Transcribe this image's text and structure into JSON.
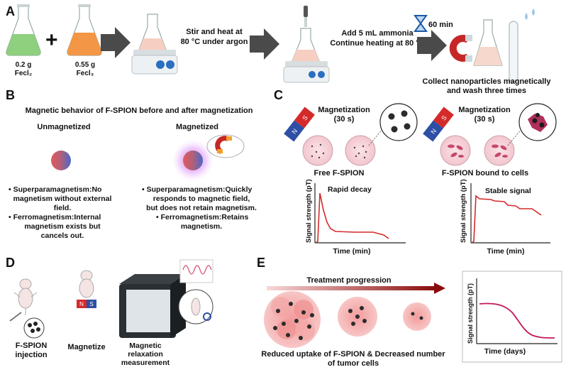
{
  "panels": {
    "A": "A",
    "B": "B",
    "C": "C",
    "D": "D",
    "E": "E"
  },
  "panel_a": {
    "flask1": {
      "mass": "0.2 g",
      "compound": "Fecl₂"
    },
    "flask2": {
      "mass": "0.55 g",
      "compound": "Fecl₃"
    },
    "plus": "+",
    "step1": [
      "Stir and heat at",
      "80 °C under argon"
    ],
    "step2": [
      "Add 5 mL ammonia",
      "Continue heating at 80 °C"
    ],
    "timer": "60 min",
    "collect": [
      "Collect nanoparticles magnetically",
      "and wash three times"
    ]
  },
  "panel_b": {
    "title": "Magnetic behavior of F-SPION before and after magnetization",
    "left_head": "Unmagnetized",
    "right_head": "Magnetized",
    "left_bullets": [
      [
        "Superparamagnetism:No",
        "magnetism without external",
        "field."
      ],
      [
        "Ferromagnetism:Internal",
        "magnetism exists but",
        "cancels out."
      ]
    ],
    "right_bullets": [
      [
        "Superparamagnetism:Quickly",
        "responds to magnetic field,",
        "but does not retain magnetism."
      ],
      [
        "Ferromagnetism:Retains",
        "magnetism."
      ]
    ]
  },
  "panel_c": {
    "left": {
      "mag": [
        "Magnetization",
        "(30 s)"
      ],
      "caption": "Free F-SPION",
      "curve": "Rapid decay",
      "ylabel": "Signal strength (pT)",
      "xlabel": "Time (min)"
    },
    "right": {
      "mag": [
        "Magnetization",
        "(30 s)"
      ],
      "caption": "F-SPION bound to cells",
      "curve": "Stable signal",
      "ylabel": "Signal strength (pT)",
      "xlabel": "Time (min)"
    },
    "magnet_n": "N",
    "magnet_s": "S"
  },
  "panel_d": {
    "injection": [
      "F-SPION",
      "injection"
    ],
    "magnetize": "Magnetize",
    "measurement": [
      "Magnetic",
      "relaxation",
      "measurement"
    ],
    "magnet_n": "N",
    "magnet_s": "S"
  },
  "panel_e": {
    "arrow_label": "Treatment progression",
    "caption": [
      "Reduced uptake of F-SPION & Decreased number",
      "of tumor cells"
    ],
    "ylabel": "Signal strength (pT)",
    "xlabel": "Time (days)"
  },
  "colors": {
    "red": "#d42a2a",
    "magnet_blue": "#2d4fa5",
    "arrow_gray": "#4a4a4a",
    "flask_green": "#8ed07d",
    "flask_orange": "#f39645",
    "curve_pink": "#c2185b"
  }
}
